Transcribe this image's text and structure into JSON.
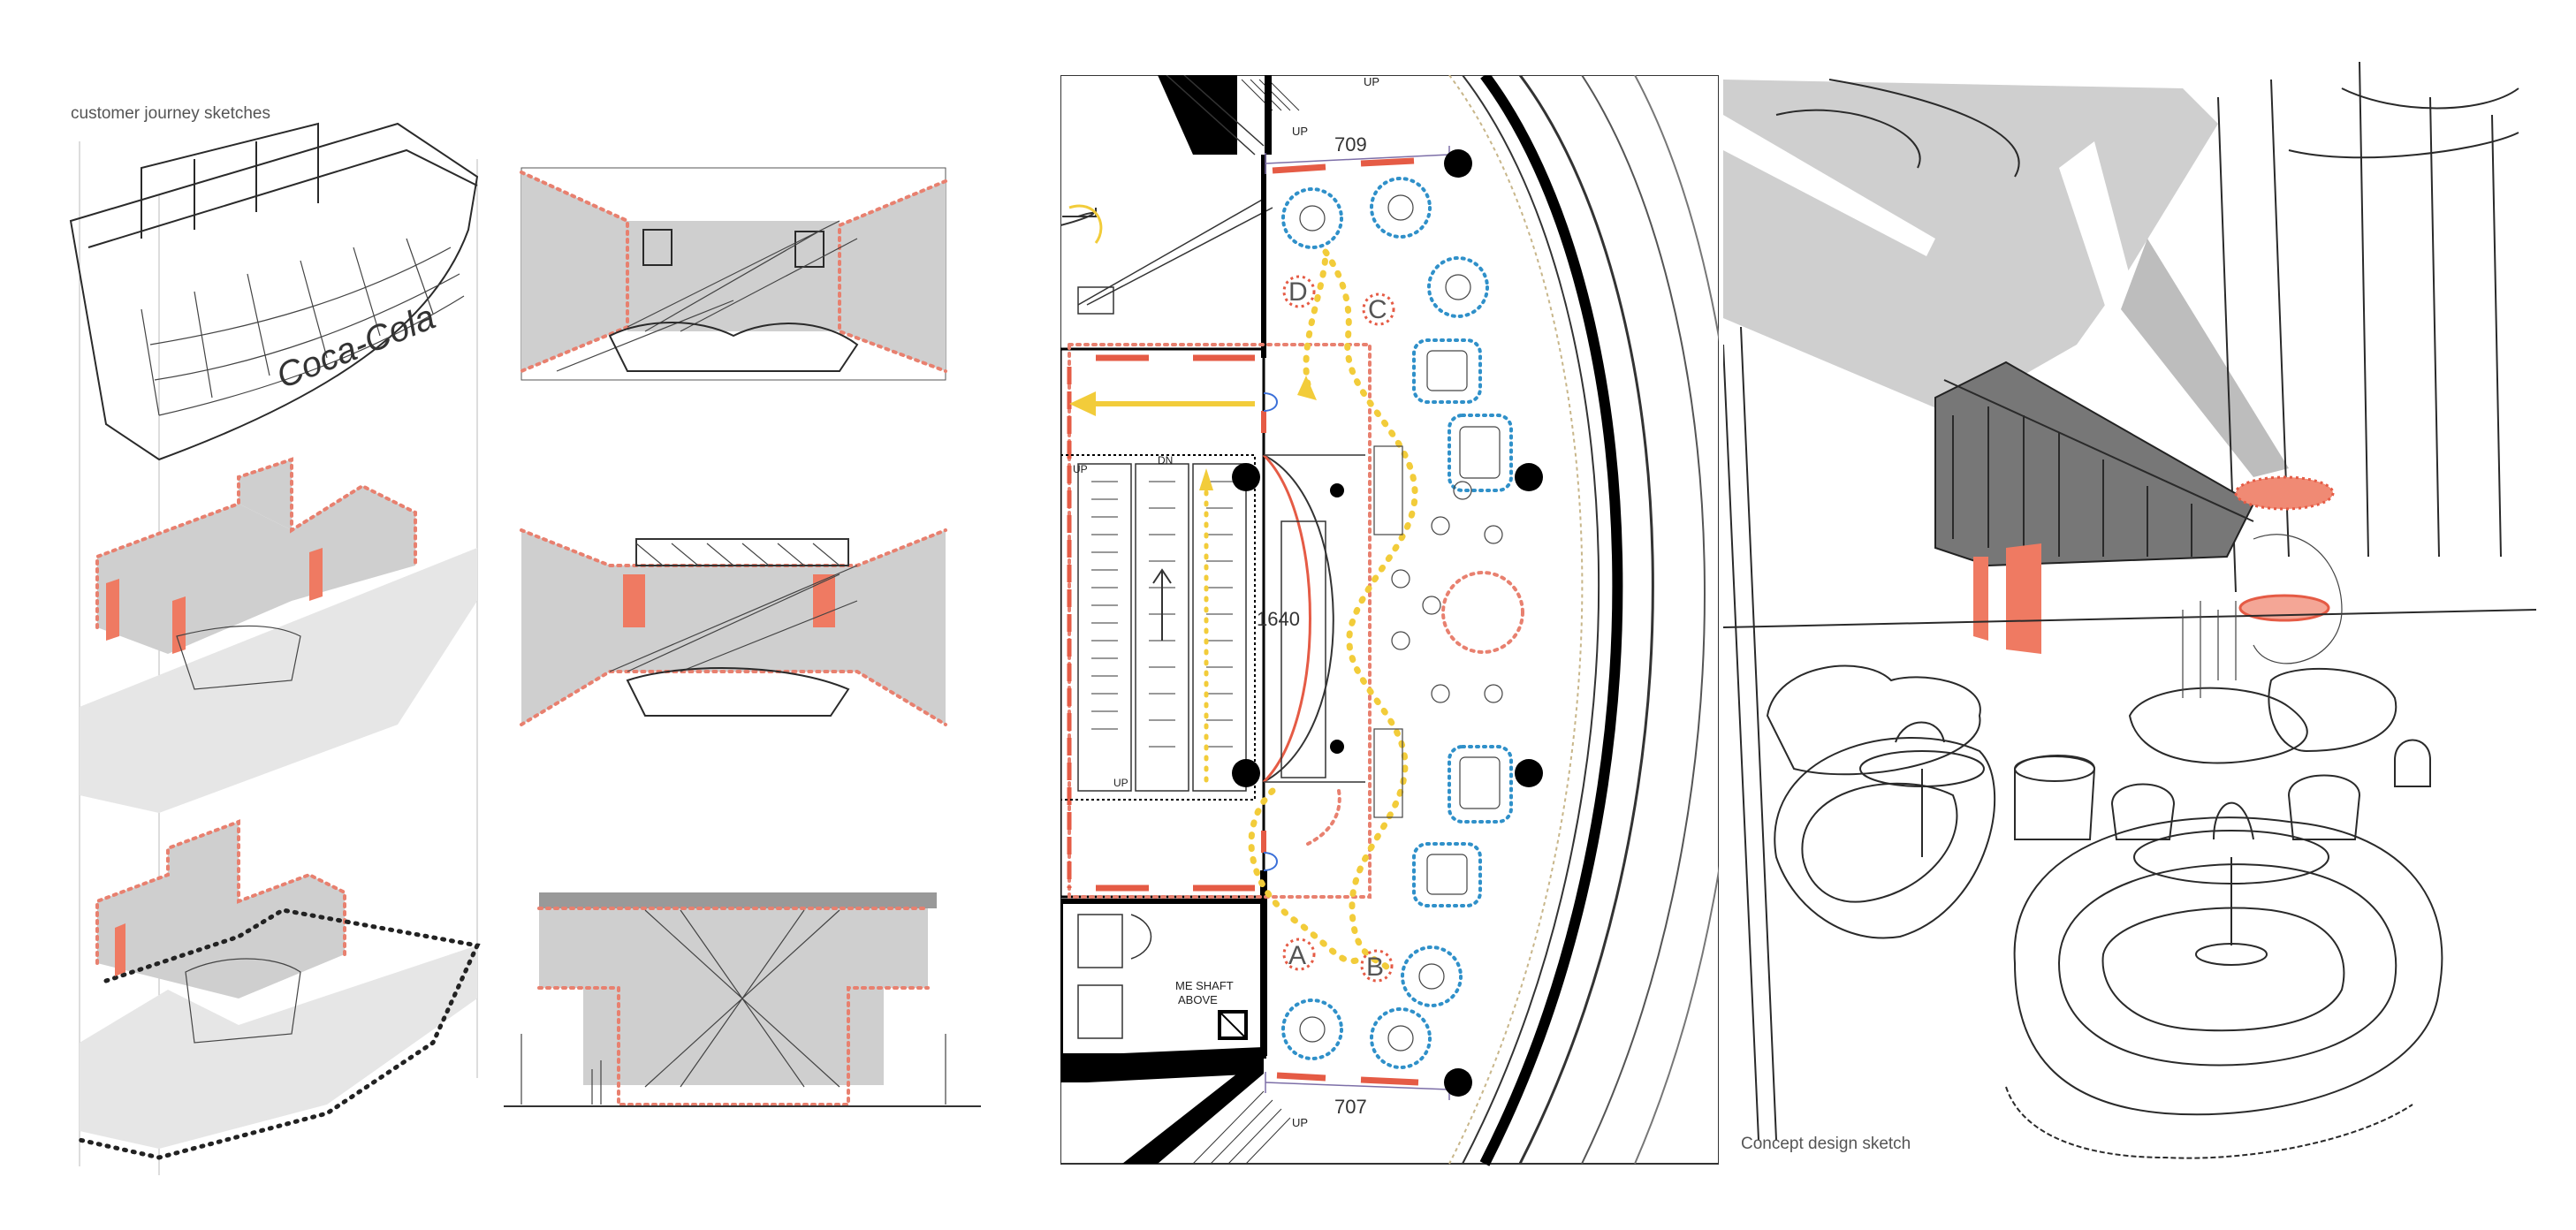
{
  "captions": {
    "left": "customer journey sketches",
    "right": "Concept design sketch"
  },
  "plan": {
    "dim_top": "709",
    "dim_bottom": "707",
    "dim_center": "1640",
    "up_top_left": "UP",
    "up_top_right": "UP",
    "up_bottom": "UP",
    "up_escalator": "UP",
    "dn_escalator": "DN",
    "up_lower": "UP",
    "shaft_line1": "ME SHAFT",
    "shaft_line2": "ABOVE",
    "zones": [
      "A",
      "B",
      "C",
      "D"
    ]
  },
  "sign_text": "Coca-Cola",
  "colors": {
    "accent_red": "#e55b45",
    "dotted_red": "#e8806f",
    "dotted_blue": "#2f90c9",
    "path_yellow": "#f2cc3a",
    "sketch_gray": "#cfcfcf"
  }
}
